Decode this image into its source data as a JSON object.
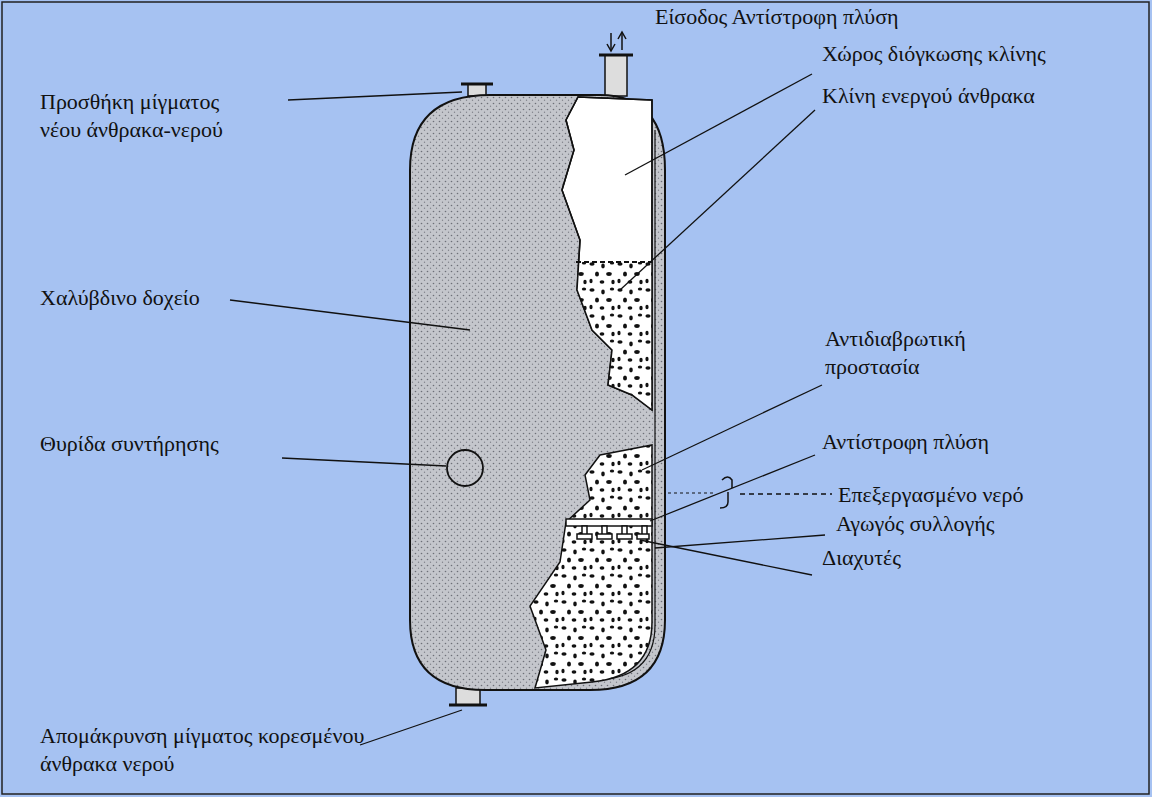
{
  "diagram": {
    "labels": [
      "Είσοδος Αντίστροφη πλύση",
      "Προσθήκη μίγματος νέου άνθρακα-νερού",
      "Χώρος διόγκωσης κλίνης",
      "Κλίνη ενεργού άνθρακα",
      "Χαλύβδινο δοχείο",
      "Αντιδιαβρωτική προστασία",
      "Θυρίδα συντήρησης",
      "Αντίστροφη πλύση",
      "Επεξεργασμένο νερό",
      "Αγωγός συλλογής",
      "Διαχυτές",
      "Απομάκρυνση μίγματος κορεσμένου άνθρακα νερού"
    ]
  }
}
